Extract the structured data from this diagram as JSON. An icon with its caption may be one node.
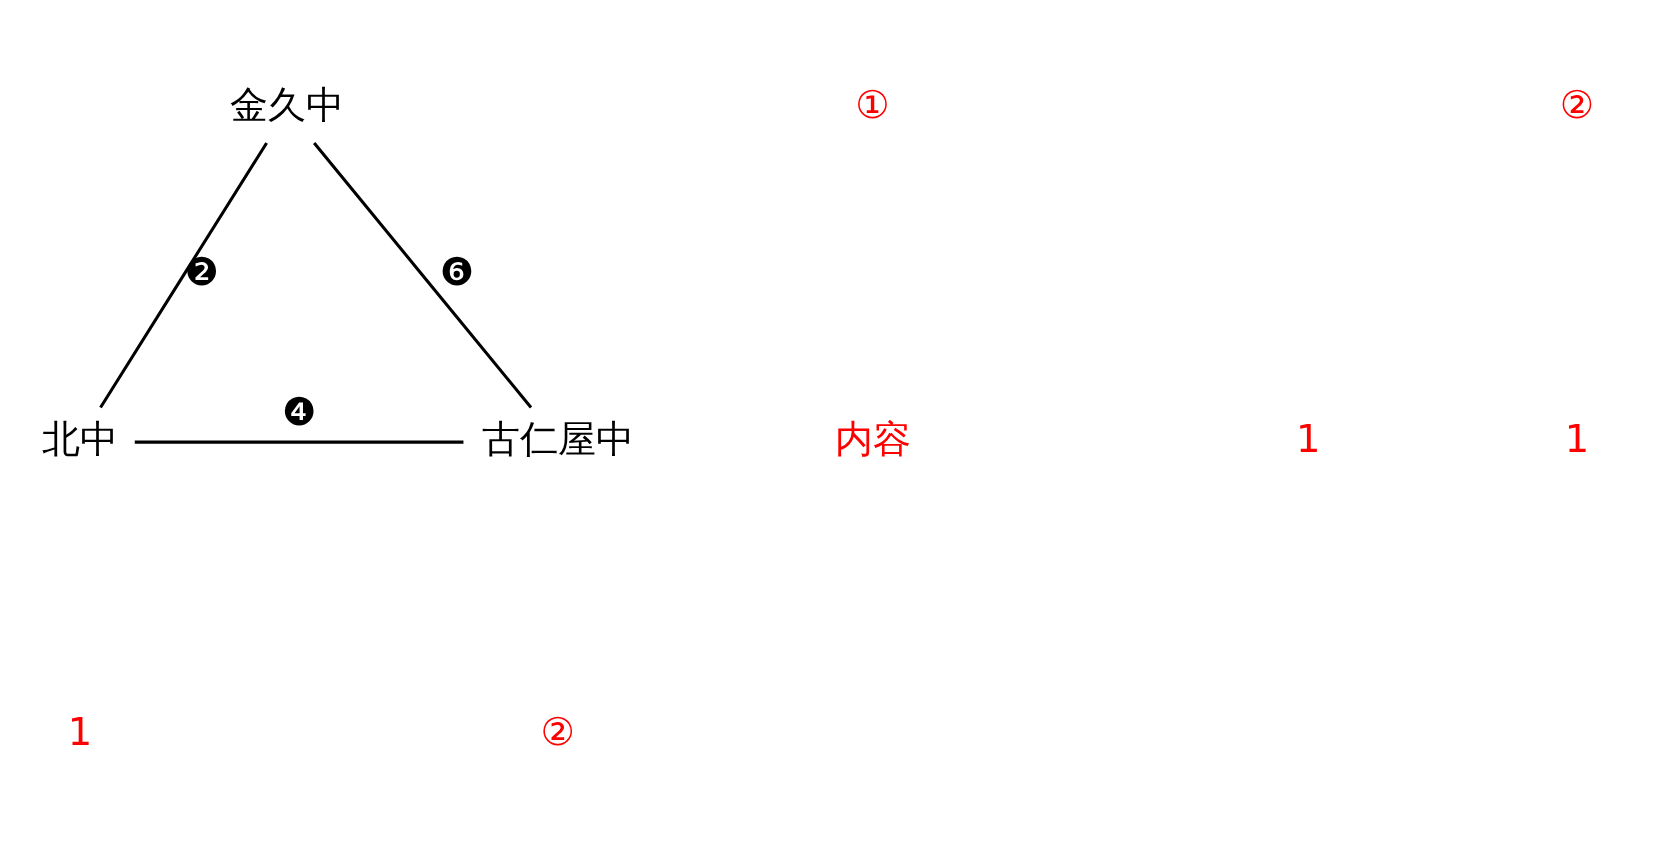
{
  "diagram": {
    "nodes": [
      {
        "text": [
          "金久中"
        ]
      },
      {
        "text": [
          "北中"
        ]
      },
      {
        "text": [
          "古仁屋中"
        ]
      }
    ],
    "edges": [
      {
        "from": 0,
        "to": 1,
        "arrow": "none",
        "label": "❷"
      },
      {
        "from": 0,
        "to": 2,
        "arrow": "none",
        "label": "❻"
      },
      {
        "from": 1,
        "to": 2,
        "arrow": "none",
        "label": "❹"
      }
    ],
    "labels": [
      "①",
      "②",
      "内容",
      "1",
      "1",
      "1",
      "②"
    ]
  }
}
